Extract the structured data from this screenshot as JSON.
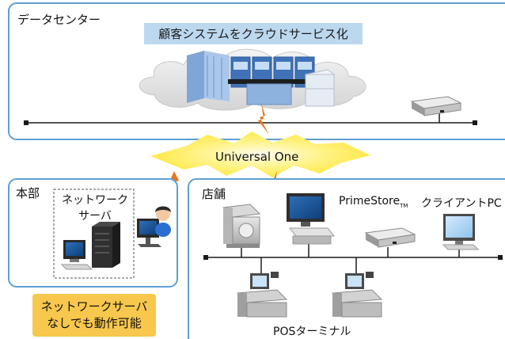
{
  "datacenter": {
    "title": "データセンター",
    "banner": "顧客システムをクラウドサービス化"
  },
  "network": {
    "label": "Universal One"
  },
  "hq": {
    "title": "本部",
    "server_label_line1": "ネットワーク",
    "server_label_line2": "サーバ"
  },
  "store": {
    "title": "店舗",
    "primestore_label": "PrimeStore",
    "primestore_mark": "TM",
    "client_pc_label": "クライアントPC",
    "pos_label": "POSターミナル"
  },
  "note": {
    "line1": "ネットワークサーバ",
    "line2": "なしでも動作可能"
  },
  "colors": {
    "box_border": "#5f9fd0",
    "banner": "#bcd8ef",
    "note": "#f8c74d",
    "burst": "#fff27a",
    "bolt": "#e8761c"
  }
}
